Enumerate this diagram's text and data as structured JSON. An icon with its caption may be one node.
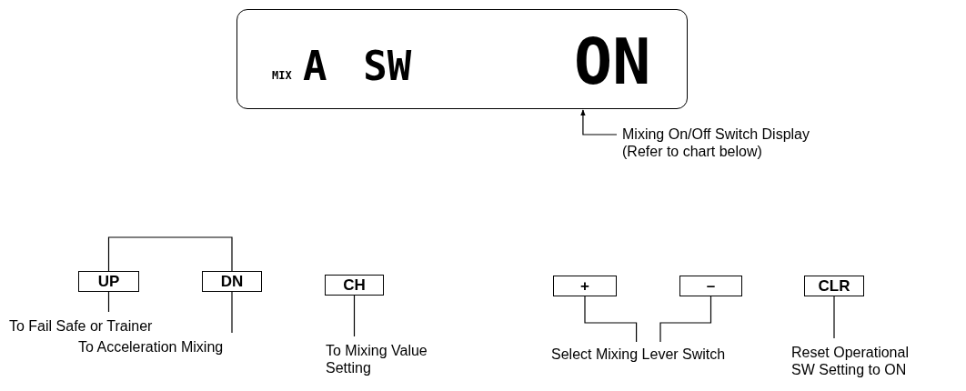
{
  "diagram": {
    "nodes": [
      {
        "text": [
          "MIX",
          "A SW",
          "ON"
        ]
      },
      {
        "text": [
          "Mixing On/Off Switch Display (Refer to chart below)"
        ]
      },
      {
        "text": [
          "UP"
        ]
      },
      {
        "text": [
          "DN"
        ]
      },
      {
        "text": [
          "CH"
        ]
      },
      {
        "text": [
          "+"
        ]
      },
      {
        "text": [
          "–"
        ]
      },
      {
        "text": [
          "CLR"
        ]
      },
      {
        "text": [
          "To Fail Safe or Trainer"
        ]
      },
      {
        "text": [
          "To Acceleration Mixing"
        ]
      },
      {
        "text": [
          "To Mixing Value Setting"
        ]
      },
      {
        "text": [
          "Select Mixing Lever Switch"
        ]
      },
      {
        "text": [
          "Reset Operational SW Setting to ON"
        ]
      }
    ],
    "edges": [
      {
        "from": 1,
        "to": 0,
        "arrow": "to"
      },
      {
        "from": 2,
        "to": 3,
        "arrow": "none"
      },
      {
        "from": 2,
        "to": 8,
        "arrow": "none"
      },
      {
        "from": 3,
        "to": 9,
        "arrow": "none"
      },
      {
        "from": 4,
        "to": 10,
        "arrow": "none"
      },
      {
        "from": 5,
        "to": 11,
        "arrow": "none"
      },
      {
        "from": 6,
        "to": 11,
        "arrow": "none"
      },
      {
        "from": 7,
        "to": 12,
        "arrow": "none"
      }
    ]
  }
}
